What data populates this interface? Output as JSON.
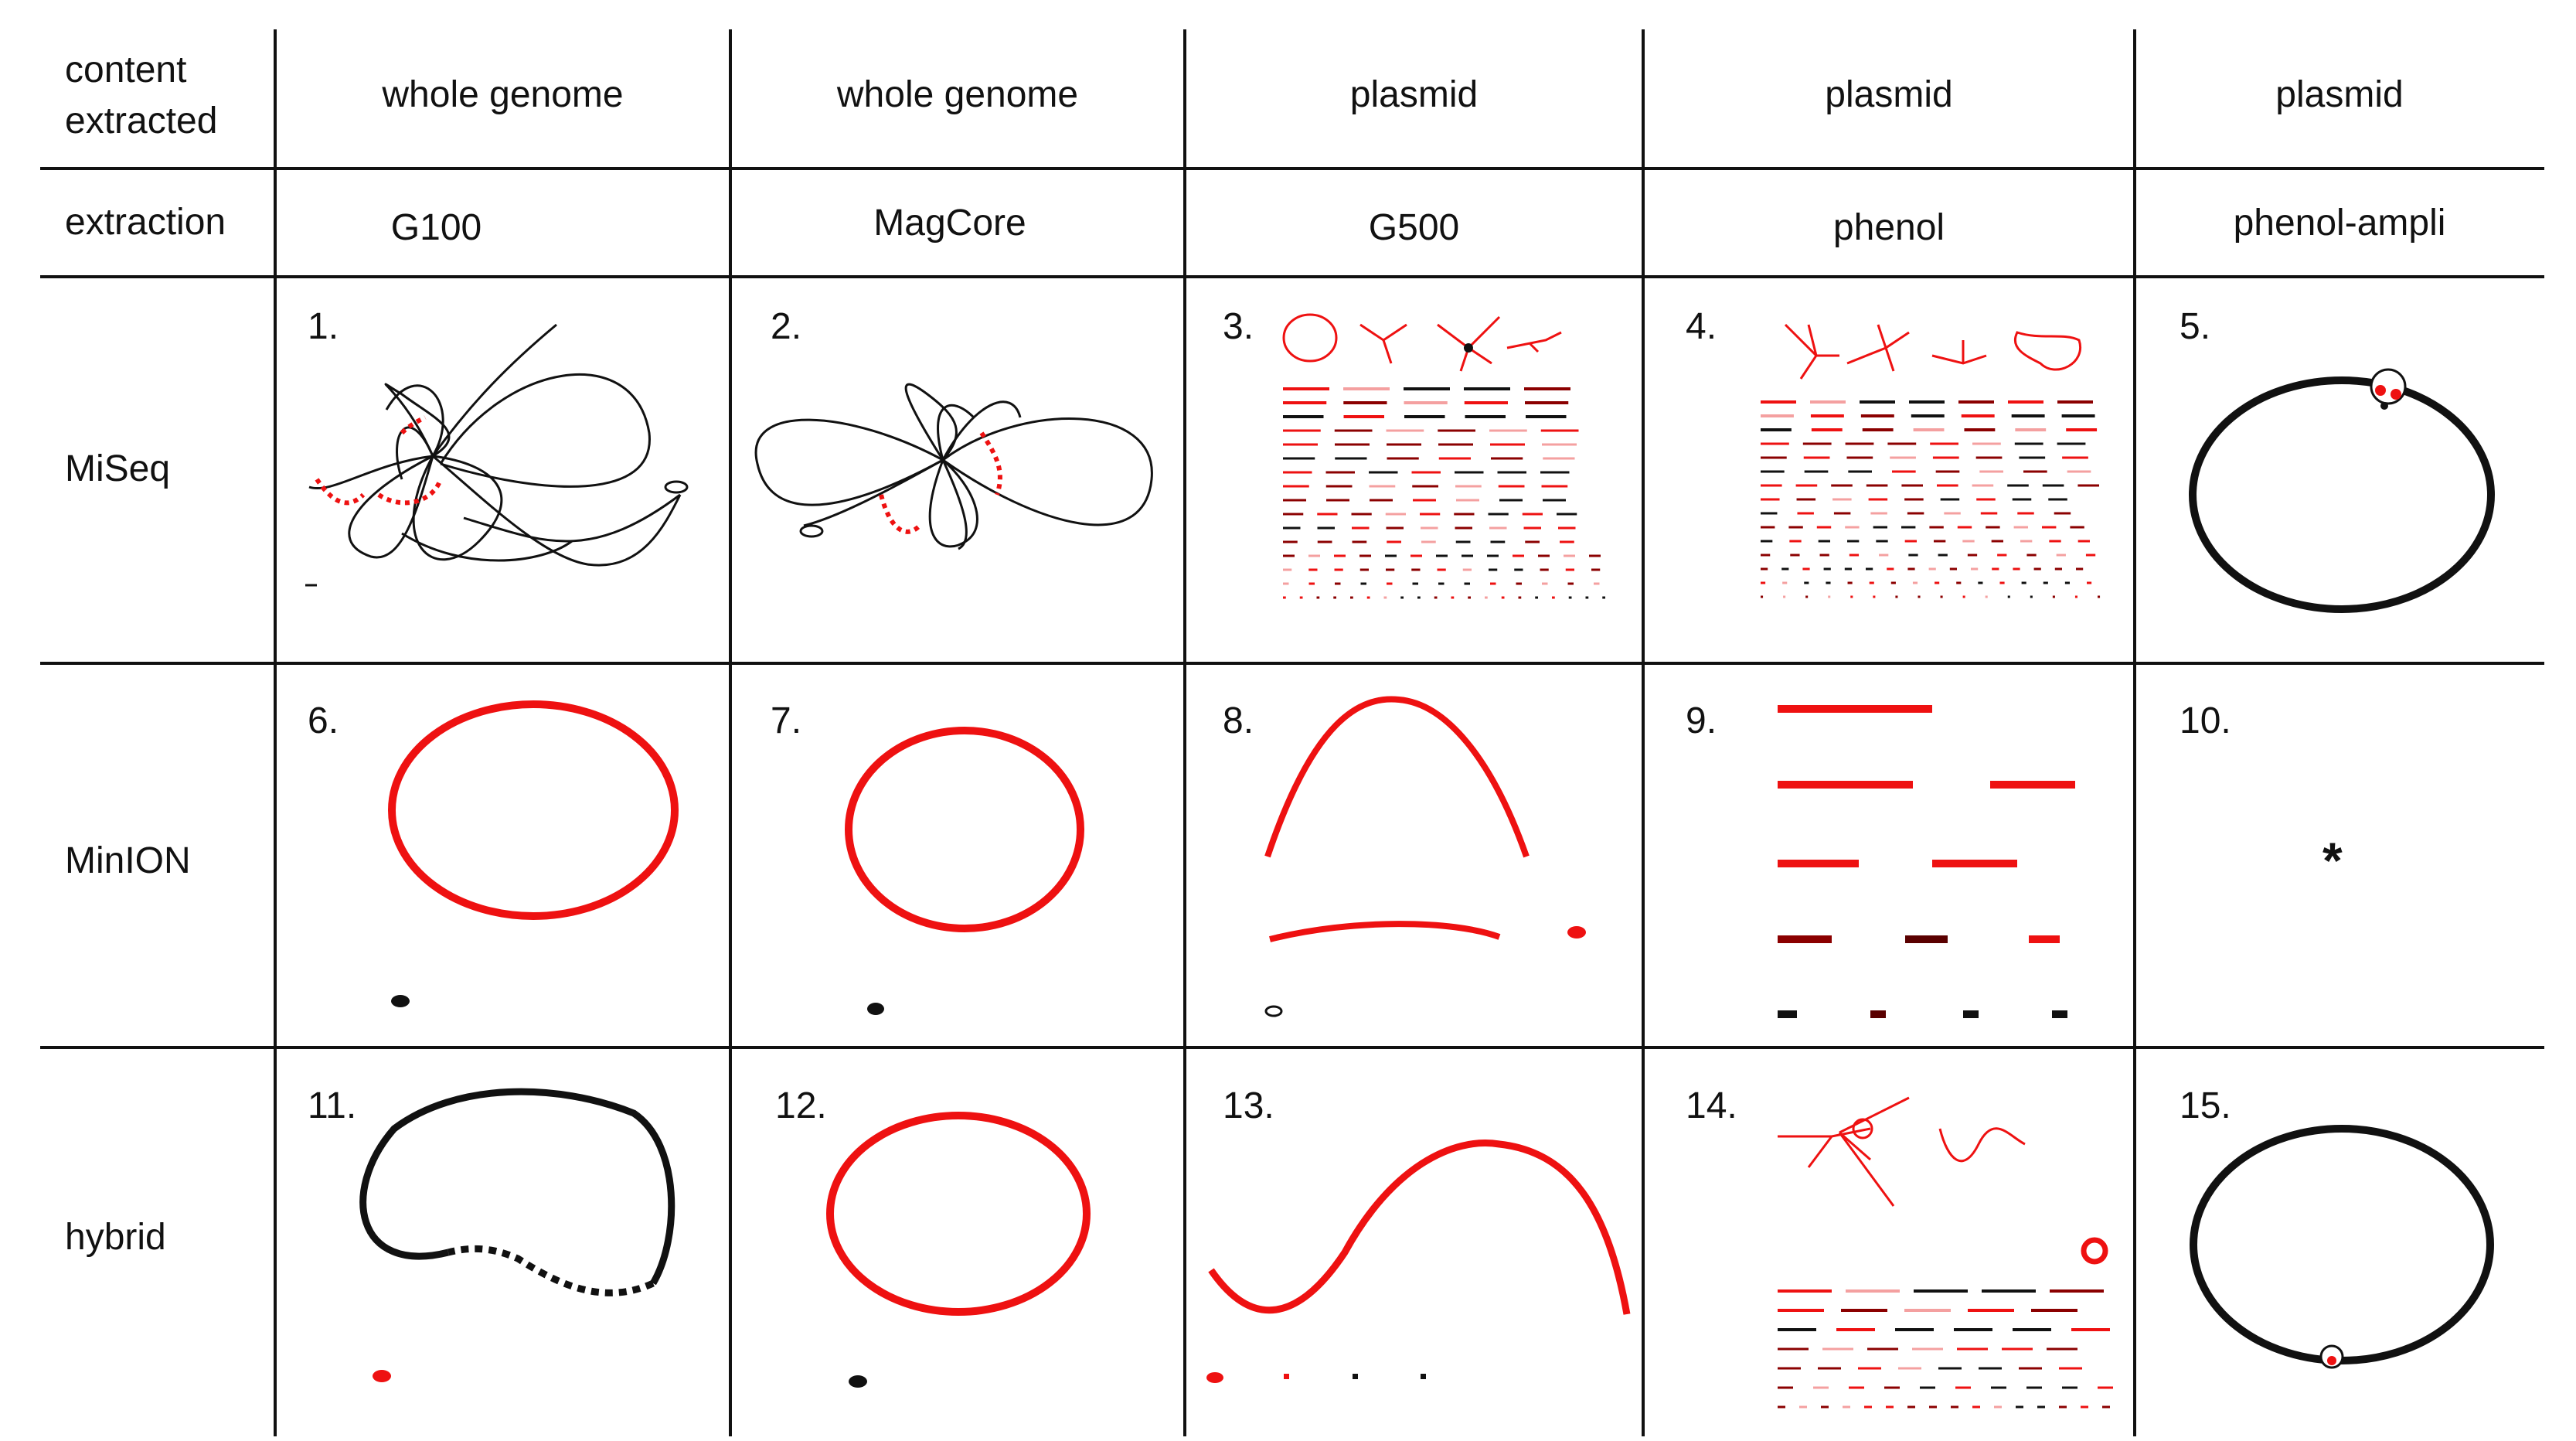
{
  "figure": {
    "corner_top": "content\nextracted",
    "corner_bottom": "extraction",
    "columns": [
      {
        "content": "whole genome",
        "extraction": "G100"
      },
      {
        "content": "whole genome",
        "extraction": "MagCore"
      },
      {
        "content": "plasmid",
        "extraction": "G500"
      },
      {
        "content": "plasmid",
        "extraction": "phenol"
      },
      {
        "content": "plasmid",
        "extraction": "phenol-ampli"
      }
    ],
    "rows": [
      "MiSeq",
      "MinION",
      "hybrid"
    ],
    "panels": [
      "1.",
      "2.",
      "3.",
      "4.",
      "5.",
      "6.",
      "7.",
      "8.",
      "9.",
      "10.",
      "11.",
      "12.",
      "13.",
      "14.",
      "15."
    ],
    "empty_marker": "*"
  },
  "colors": {
    "contig_red": "#ee1111",
    "contig_black": "#111111",
    "dark_red": "#8b0000",
    "pink": "#f4a0a0"
  }
}
